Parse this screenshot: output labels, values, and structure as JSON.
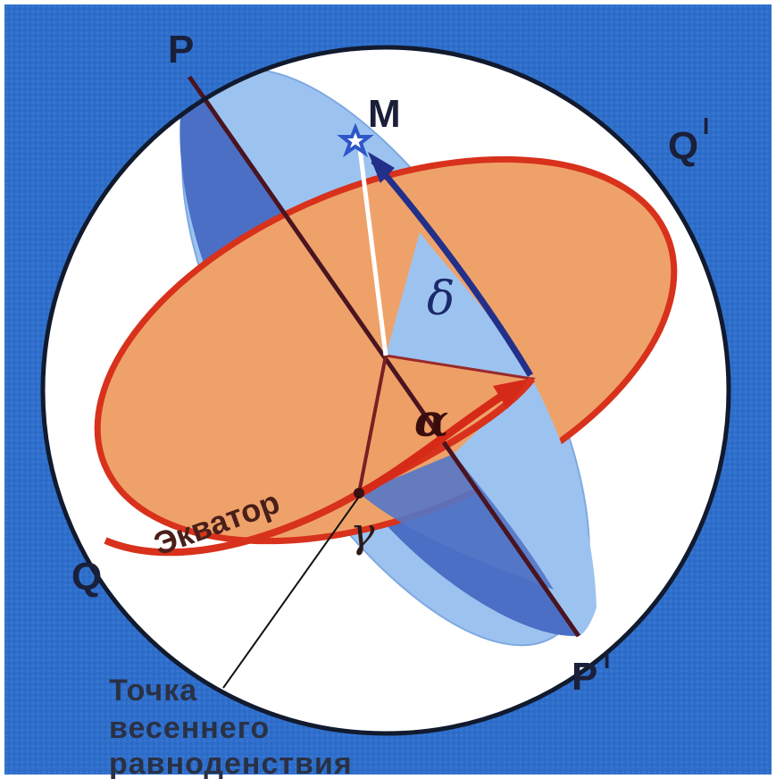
{
  "diagram": {
    "points": {
      "P": "P",
      "P_prime_base": "P",
      "P_prime_mark": "I",
      "Q": "Q",
      "Q_prime_base": "Q",
      "Q_prime_mark": "I",
      "M": "M",
      "vernal_point_symbol": "γ"
    },
    "angles": {
      "declination": "δ",
      "right_ascension": "α"
    },
    "equator_label": "Экватор",
    "caption_lines": [
      "Точка",
      "весеннего",
      "равноденствия"
    ],
    "colors": {
      "frame_blue": "#2f6fcb",
      "equator_orange": "#eea26a",
      "equator_rim": "#d8311c",
      "meridian_light": "#9cc3f0",
      "meridian_dark": "#4b6fc4",
      "axis": "#4a1420",
      "arrow_blue": "#23308a"
    }
  }
}
